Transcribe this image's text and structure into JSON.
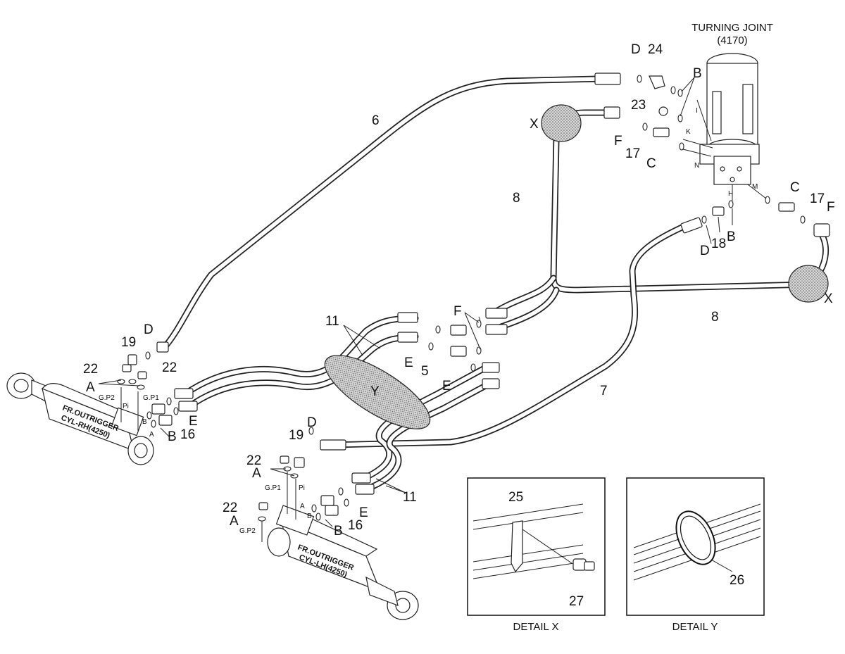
{
  "turning_joint": {
    "name": "TURNING JOINT",
    "code": "(4170)"
  },
  "cylinder_rh": {
    "line1": "FR.OUTRIGGER",
    "line2": "CYL-RH(4250)"
  },
  "cylinder_lh": {
    "line1": "FR.OUTRIGGER",
    "line2": "CYL-LH(4250)"
  },
  "port_labels": {
    "g_p1": "G.P1",
    "g_p2": "G.P2",
    "pi": "Pi",
    "a": "A",
    "b": "B"
  },
  "joint_ports": {
    "i": "I",
    "k": "K",
    "n": "N",
    "h": "H",
    "m": "M"
  },
  "part_numbers": {
    "p5": "5",
    "p6": "6",
    "p7": "7",
    "p8": "8",
    "p11": "11",
    "p16": "16",
    "p17": "17",
    "p18": "18",
    "p19": "19",
    "p22": "22",
    "p23": "23",
    "p24": "24",
    "p25": "25",
    "p26": "26",
    "p27": "27"
  },
  "ring_letters": {
    "a": "A",
    "b": "B",
    "c": "C",
    "d": "D",
    "e": "E",
    "f": "F"
  },
  "detail_markers": {
    "x": "X",
    "y": "Y"
  },
  "details": {
    "x_title": "DETAIL  X",
    "y_title": "DETAIL  Y"
  }
}
